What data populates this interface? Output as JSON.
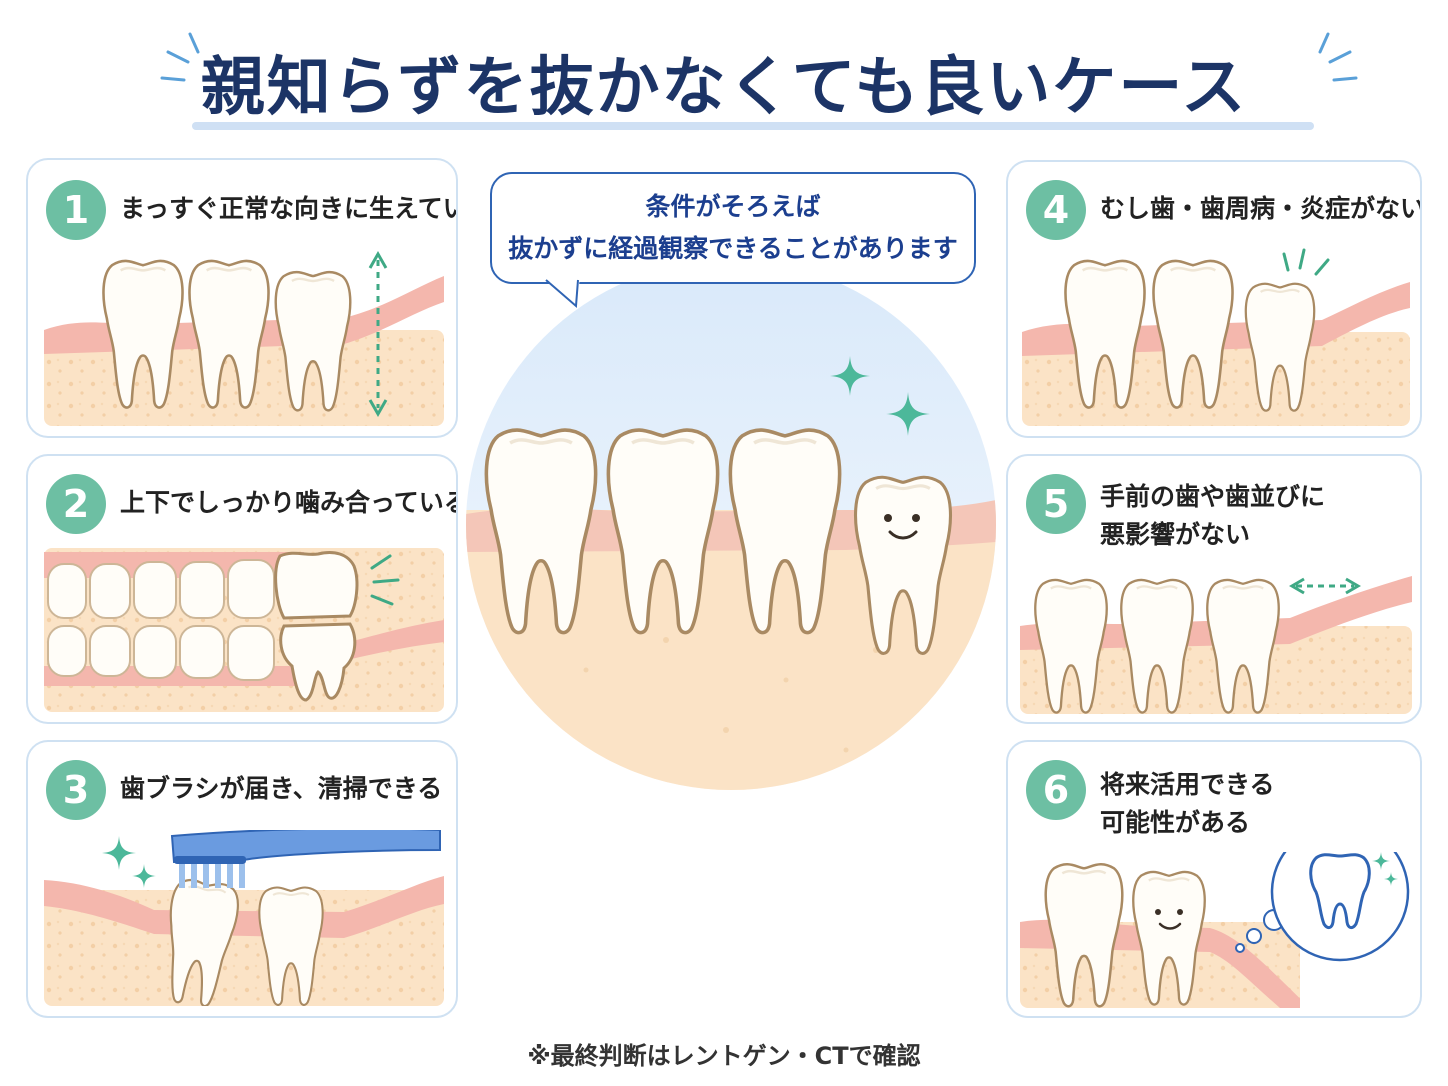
{
  "title": "親知らずを抜かなくても良いケース",
  "bubble": {
    "line1": "条件がそろえば",
    "line2": "抜かずに経過観察できることがあります"
  },
  "cases": [
    {
      "num": "1",
      "line1": "まっすぐ正常な向きに生えている",
      "line2": ""
    },
    {
      "num": "2",
      "line1": "上下でしっかり噛み合っている",
      "line2": ""
    },
    {
      "num": "3",
      "line1": "歯ブラシが届き、清掃できる",
      "line2": ""
    },
    {
      "num": "4",
      "line1": "むし歯・歯周病・炎症がない",
      "line2": ""
    },
    {
      "num": "5",
      "line1": "手前の歯や歯並びに",
      "line2": "悪影響がない"
    },
    {
      "num": "6",
      "line1": "将来活用できる",
      "line2": "可能性がある"
    }
  ],
  "footnote": "※最終判断はレントゲン・CTで確認",
  "colors": {
    "title": "#1c3466",
    "badge": "#6dbfa3",
    "card_border": "#cfe1f2",
    "gum": "#f4b7ad",
    "bone": "#fbe3c6",
    "tooth_outline": "#a98a63",
    "bubble_border": "#2f64b4",
    "sparkle": "#4cb89a",
    "brush": "#4a7fd0"
  },
  "icons": [
    "sparkle-icon",
    "double-arrow-icon",
    "toothbrush-icon",
    "thought-bubble-icon",
    "smiling-tooth-icon"
  ]
}
